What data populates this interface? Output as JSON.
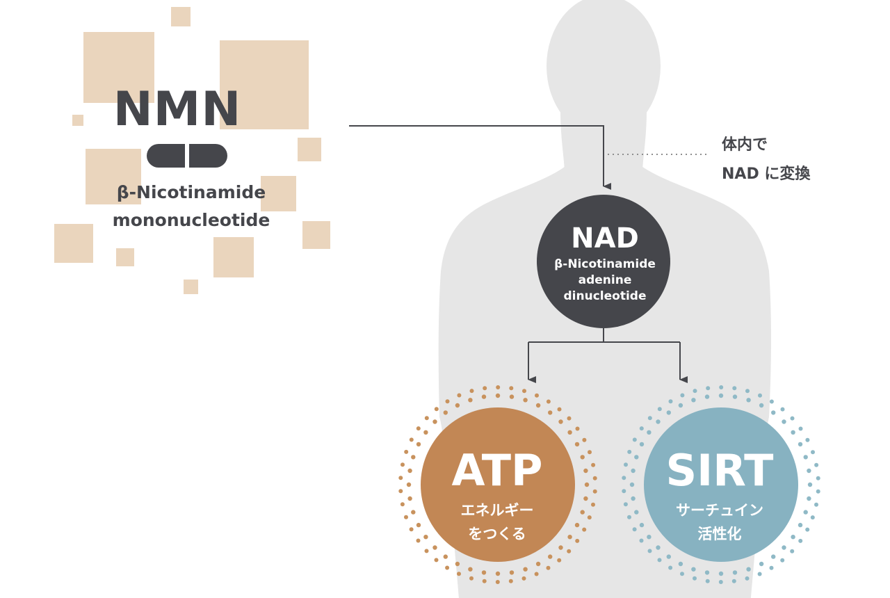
{
  "nmn": {
    "title": "NMN",
    "subtitle_line1": "β-Nicotinamide",
    "subtitle_line2": "mononucleotide"
  },
  "conversion_note": {
    "line1": "体内で",
    "line2": "NAD に変換"
  },
  "nad": {
    "title": "NAD",
    "line1": "β-Nicotinamide",
    "line2": "adenine",
    "line3": "dinucleotide"
  },
  "atp": {
    "title": "ATP",
    "line1": "エネルギー",
    "line2": "をつくる"
  },
  "sirt": {
    "title": "SIRT",
    "line1": "サーチュイン",
    "line2": "活性化"
  },
  "colors": {
    "body_silhouette": "#e6e6e6",
    "squares": "#ead5bd",
    "dark": "#45464b",
    "atp": "#c28755",
    "sirt": "#87b2c1",
    "atp_dots": "#c8925d",
    "sirt_dots": "#8fb9c6",
    "arrow": "#45464b"
  }
}
